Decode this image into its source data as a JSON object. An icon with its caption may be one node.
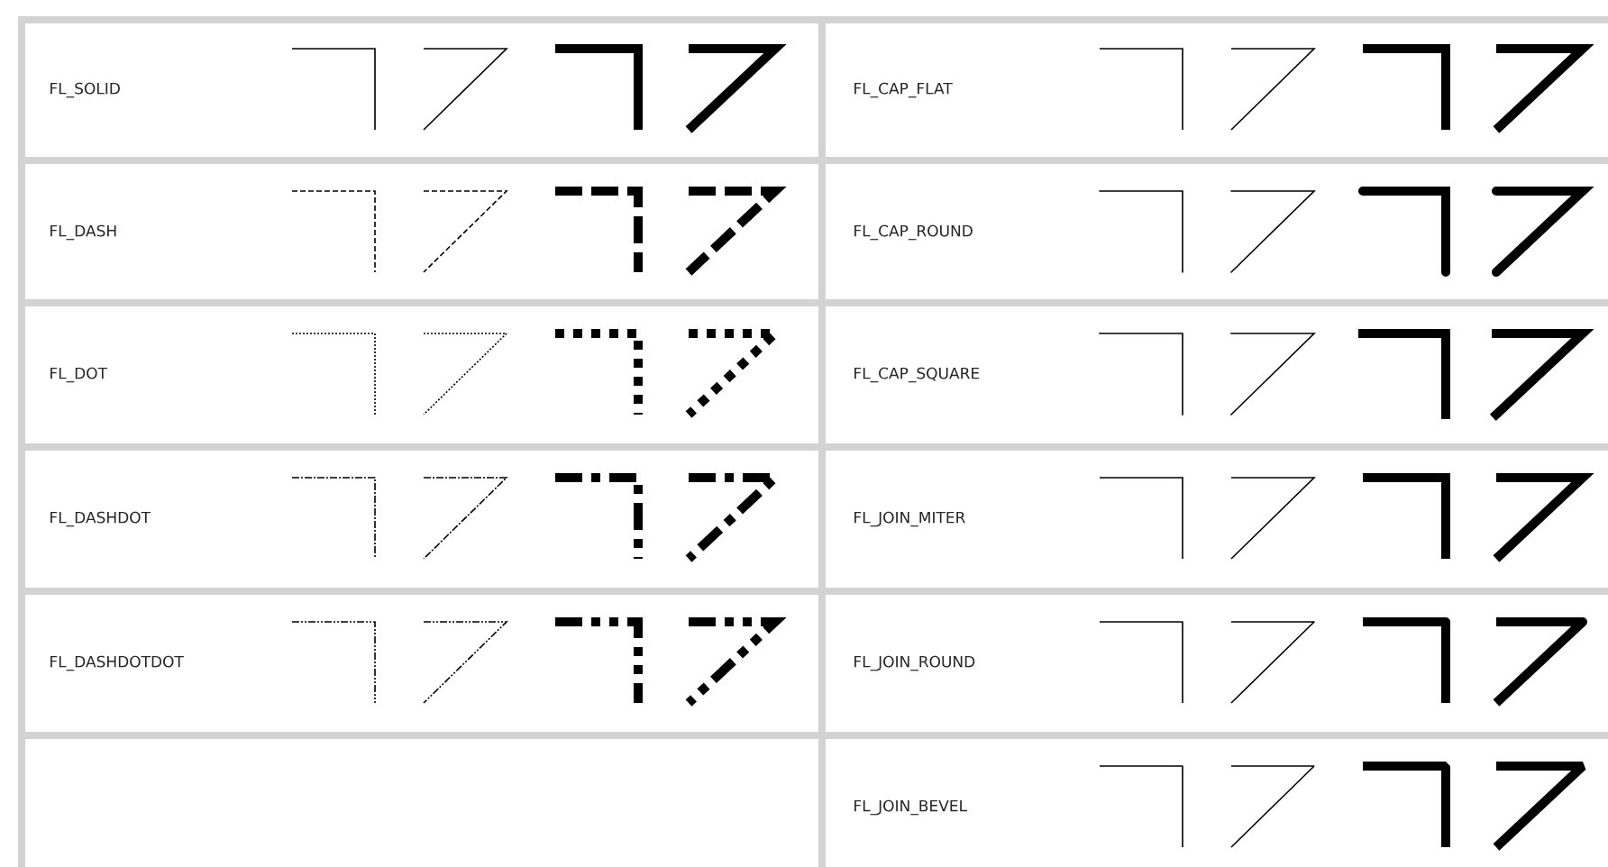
{
  "diagram": {
    "labels": [
      "FL_SOLID",
      "FL_CAP_FLAT",
      "FL_DASH",
      "FL_CAP_ROUND",
      "FL_DOT",
      "FL_CAP_SQUARE",
      "FL_DASHDOT",
      "FL_JOIN_MITER",
      "FL_DASHDOTDOT",
      "FL_JOIN_ROUND",
      "FL_JOIN_BEVEL"
    ]
  }
}
